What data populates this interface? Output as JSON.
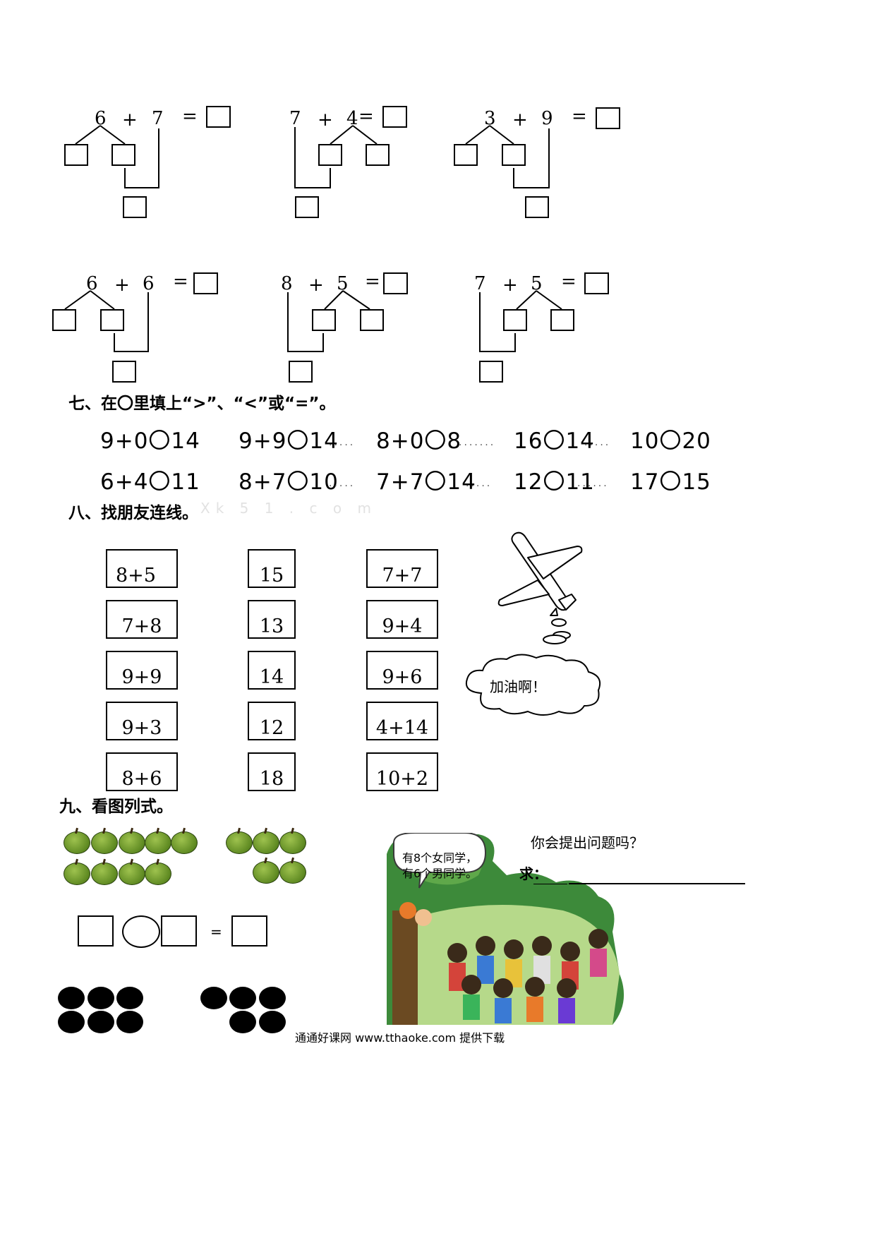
{
  "problems": [
    {
      "a": "6",
      "op": "+",
      "b": "7",
      "eq": "="
    },
    {
      "a": "7",
      "op": "+",
      "b": "4",
      "eq": "="
    },
    {
      "a": "3",
      "op": "+",
      "b": "9",
      "eq": "="
    },
    {
      "a": "6",
      "op": "+",
      "b": "6",
      "eq": "="
    },
    {
      "a": "8",
      "op": "+",
      "b": "5",
      "eq": "="
    },
    {
      "a": "7",
      "op": "+",
      "b": "5",
      "eq": "="
    }
  ],
  "section7": {
    "heading": "七、在〇里填上“>”、“<”或“=”。",
    "rows": [
      [
        "9+0〇14",
        "9+9〇14",
        "8+0〇8",
        "16〇14",
        "10〇20"
      ],
      [
        "6+4〇11",
        "8+7〇10",
        "7+7〇14",
        "12〇11",
        "17〇15"
      ]
    ]
  },
  "section8": {
    "heading": "八、找朋友连线。",
    "watermark": "Xk 5 1 . c o m",
    "col1": [
      "8+5",
      "7+8",
      "9+9",
      "9+3",
      "8+6"
    ],
    "col2": [
      "15",
      "13",
      "14",
      "12",
      "18"
    ],
    "col3": [
      "7+7",
      "9+4",
      "9+6",
      "4+14",
      "10+2"
    ],
    "cloud_text": "加油啊！"
  },
  "section9": {
    "heading": "九、看图列式。",
    "equals": "=",
    "speech_line1": "有8个女同学，",
    "speech_line2": "有6个男同学。",
    "question": "你会提出问题吗？",
    "ask_label": "求："
  },
  "footer": "通通好课网  www.tthaoke.com  提供下载"
}
